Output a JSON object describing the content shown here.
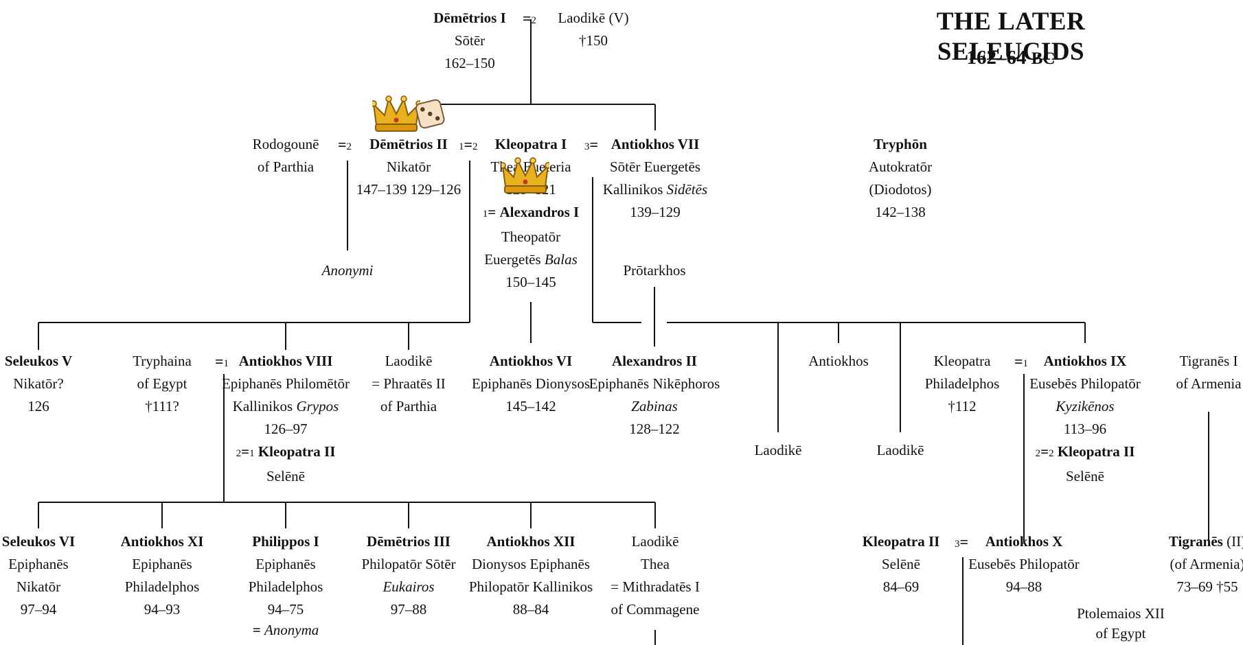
{
  "title": {
    "main": "THE LATER SELEUCIDS",
    "dates": "162–64",
    "era": "BC"
  },
  "marriage_sign": "=",
  "gen1": {
    "demetrios1": {
      "name": "Dēmētrios I",
      "epithet": "Sōtēr",
      "reign": "162–150",
      "marriage_no": "2"
    },
    "laodike5": {
      "name": "Laodikē (V)",
      "death": "†150"
    }
  },
  "gen2": {
    "rodogoune": {
      "line1": "Rodogounē",
      "line2": "of Parthia",
      "marriage_no": "2"
    },
    "demetrios2": {
      "name": "Dēmētrios II",
      "epithet": "Nikatōr",
      "reign": "147–139 129–126",
      "marriage_left": "1",
      "marriage_right": "2"
    },
    "kleopatra1": {
      "name": "Kleopatra I",
      "epithet": "Thea Eueteria",
      "reign": "125–121"
    },
    "alexandros1": {
      "marriage_no": "1",
      "name": "Alexandros I",
      "line2": "Theopatōr",
      "line3_plain": "Euergetēs",
      "line3_italic": "Balas",
      "reign": "150–145"
    },
    "antiokhos7": {
      "marriage_no": "3",
      "name": "Antiokhos VII",
      "line2": "Sōtēr Euergetēs",
      "line3_plain": "Kallinikos",
      "line3_italic": "Sidētēs",
      "reign": "139–129"
    },
    "tryphon": {
      "name": "Tryphōn",
      "line2": "Autokratōr",
      "line3": "(Diodotos)",
      "reign": "142–138"
    },
    "anonymi": "Anonymi",
    "protarkhos": "Prōtarkhos"
  },
  "gen3": {
    "seleukos5": {
      "name": "Seleukos V",
      "epithet": "Nikatōr?",
      "reign": "126"
    },
    "tryphaina": {
      "line1": "Tryphaina",
      "line2": "of Egypt",
      "death": "†111?",
      "marriage_no": "1"
    },
    "antiokhos8": {
      "name": "Antiokhos VIII",
      "line2": "Epiphanēs Philomētōr",
      "line3_plain": "Kallinikos",
      "line3_italic": "Grypos",
      "reign": "126–97",
      "marriage_left": "2",
      "marriage_right": "1",
      "spouse_name": "Kleopatra II",
      "spouse_epithet": "Selēnē"
    },
    "laodike_parthia": {
      "line1": "Laodikē",
      "line2": "= Phraatēs II",
      "line3": "of Parthia"
    },
    "antiokhos6": {
      "name": "Antiokhos VI",
      "epithet": "Epiphanēs Dionysos",
      "reign": "145–142"
    },
    "alexandros2": {
      "name": "Alexandros II",
      "epithet": "Epiphanēs Nikēphoros",
      "italic": "Zabinas",
      "reign": "128–122"
    },
    "antiokhos_child": "Antiokhos",
    "laodike_a": "Laodikē",
    "laodike_b": "Laodikē",
    "kleopatra_ph": {
      "line1": "Kleopatra",
      "line2": "Philadelphos",
      "death": "†112",
      "marriage_no": "1"
    },
    "antiokhos9": {
      "name": "Antiokhos IX",
      "line2": "Eusebēs Philopatōr",
      "italic": "Kyzikēnos",
      "reign": "113–96",
      "marriage_left": "2",
      "marriage_right": "2",
      "spouse_name": "Kleopatra II",
      "spouse_epithet": "Selēnē"
    },
    "tigranes1": {
      "line1": "Tigranēs I",
      "line2": "of Armenia"
    }
  },
  "gen4": {
    "seleukos6": {
      "name": "Seleukos VI",
      "line2": "Epiphanēs",
      "line3": "Nikatōr",
      "reign": "97–94"
    },
    "antiokhos11": {
      "name": "Antiokhos XI",
      "line2": "Epiphanēs",
      "line3": "Philadelphos",
      "reign": "94–93"
    },
    "philippos1": {
      "name": "Philippos I",
      "line2": "Epiphanēs",
      "line3": "Philadelphos",
      "reign": "94–75",
      "spouse": "Anonyma"
    },
    "demetrios3": {
      "name": "Dēmētrios III",
      "line2": "Philopatōr Sōtēr",
      "italic": "Eukairos",
      "reign": "97–88"
    },
    "antiokhos12": {
      "name": "Antiokhos XII",
      "line2": "Dionysos Epiphanēs",
      "line3": "Philopatōr Kallinikos",
      "reign": "88–84"
    },
    "laodike_thea": {
      "line1": "Laodikē",
      "line2": "Thea",
      "line3": "= Mithradatēs I",
      "line4": "of Commagene"
    },
    "kleopatra2_selene": {
      "name": "Kleopatra II",
      "epithet": "Selēnē",
      "reign": "84–69",
      "marriage_no": "3"
    },
    "antiokhos10": {
      "name": "Antiokhos X",
      "epithet": "Eusebēs Philopatōr",
      "reign": "94–88"
    },
    "tigranes2": {
      "name": "Tigranēs",
      "suffix": "(II)",
      "line2": "(of Armenia)",
      "reign": "73–69 †55"
    },
    "ptolemaios12": {
      "line1": "Ptolemaios XII",
      "line2": "of Egypt"
    }
  },
  "icons": [
    "crown-icon",
    "dice-icon",
    "crown-icon"
  ]
}
